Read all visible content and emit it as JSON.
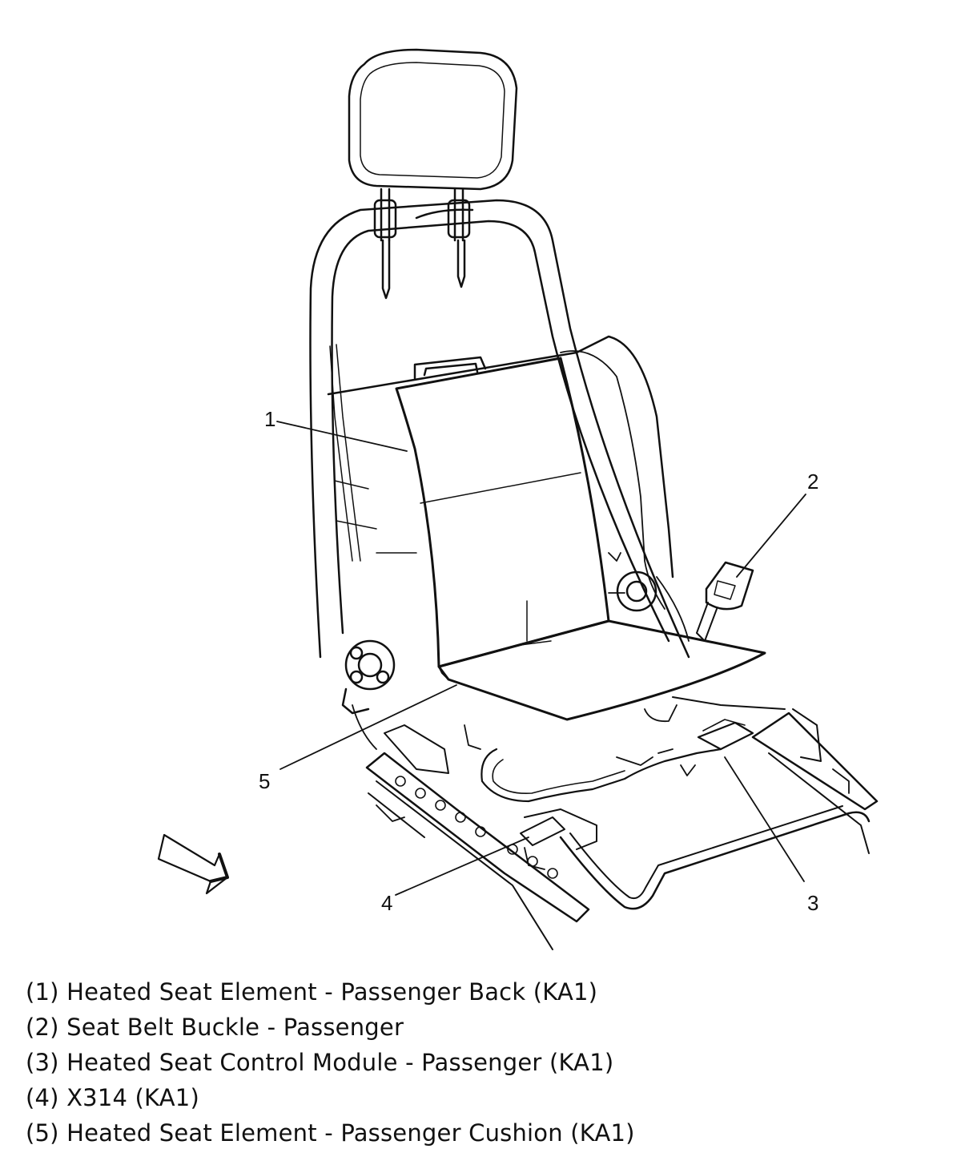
{
  "callouts": [
    {
      "num": "1",
      "label": "(1) Heated Seat Element - Passenger Back (KA1)"
    },
    {
      "num": "2",
      "label": "(2) Seat Belt Buckle - Passenger"
    },
    {
      "num": "3",
      "label": "(3) Heated Seat Control Module - Passenger (KA1)"
    },
    {
      "num": "4",
      "label": "(4) X314 (KA1)"
    },
    {
      "num": "5",
      "label": "(5) Heated Seat Element - Passenger Cushion (KA1)"
    }
  ],
  "colors": {
    "line": "#111111",
    "background": "#ffffff"
  }
}
